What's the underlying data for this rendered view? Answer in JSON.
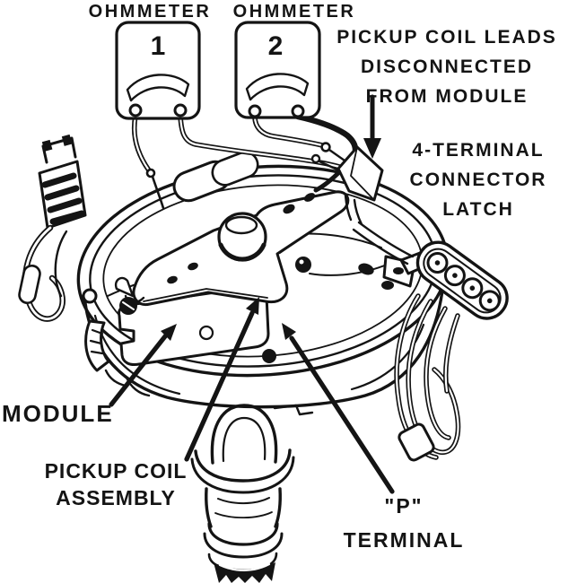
{
  "page": {
    "background_color": "#ffffff",
    "ink_color": "#141414"
  },
  "meters": [
    {
      "title": "OHMMETER",
      "number": "1"
    },
    {
      "title": "OHMMETER",
      "number": "2"
    }
  ],
  "callouts": {
    "pickup_coil_leads": [
      "PICKUP COIL LEADS",
      "DISCONNECTED",
      "FROM MODULE"
    ],
    "connector_latch": [
      "4-TERMINAL",
      "CONNECTOR",
      "LATCH"
    ],
    "module": [
      "MODULE"
    ],
    "pickup_coil_assembly": [
      "PICKUP COIL",
      "ASSEMBLY"
    ],
    "p_terminal": [
      "\"P\"",
      "TERMINAL"
    ]
  }
}
